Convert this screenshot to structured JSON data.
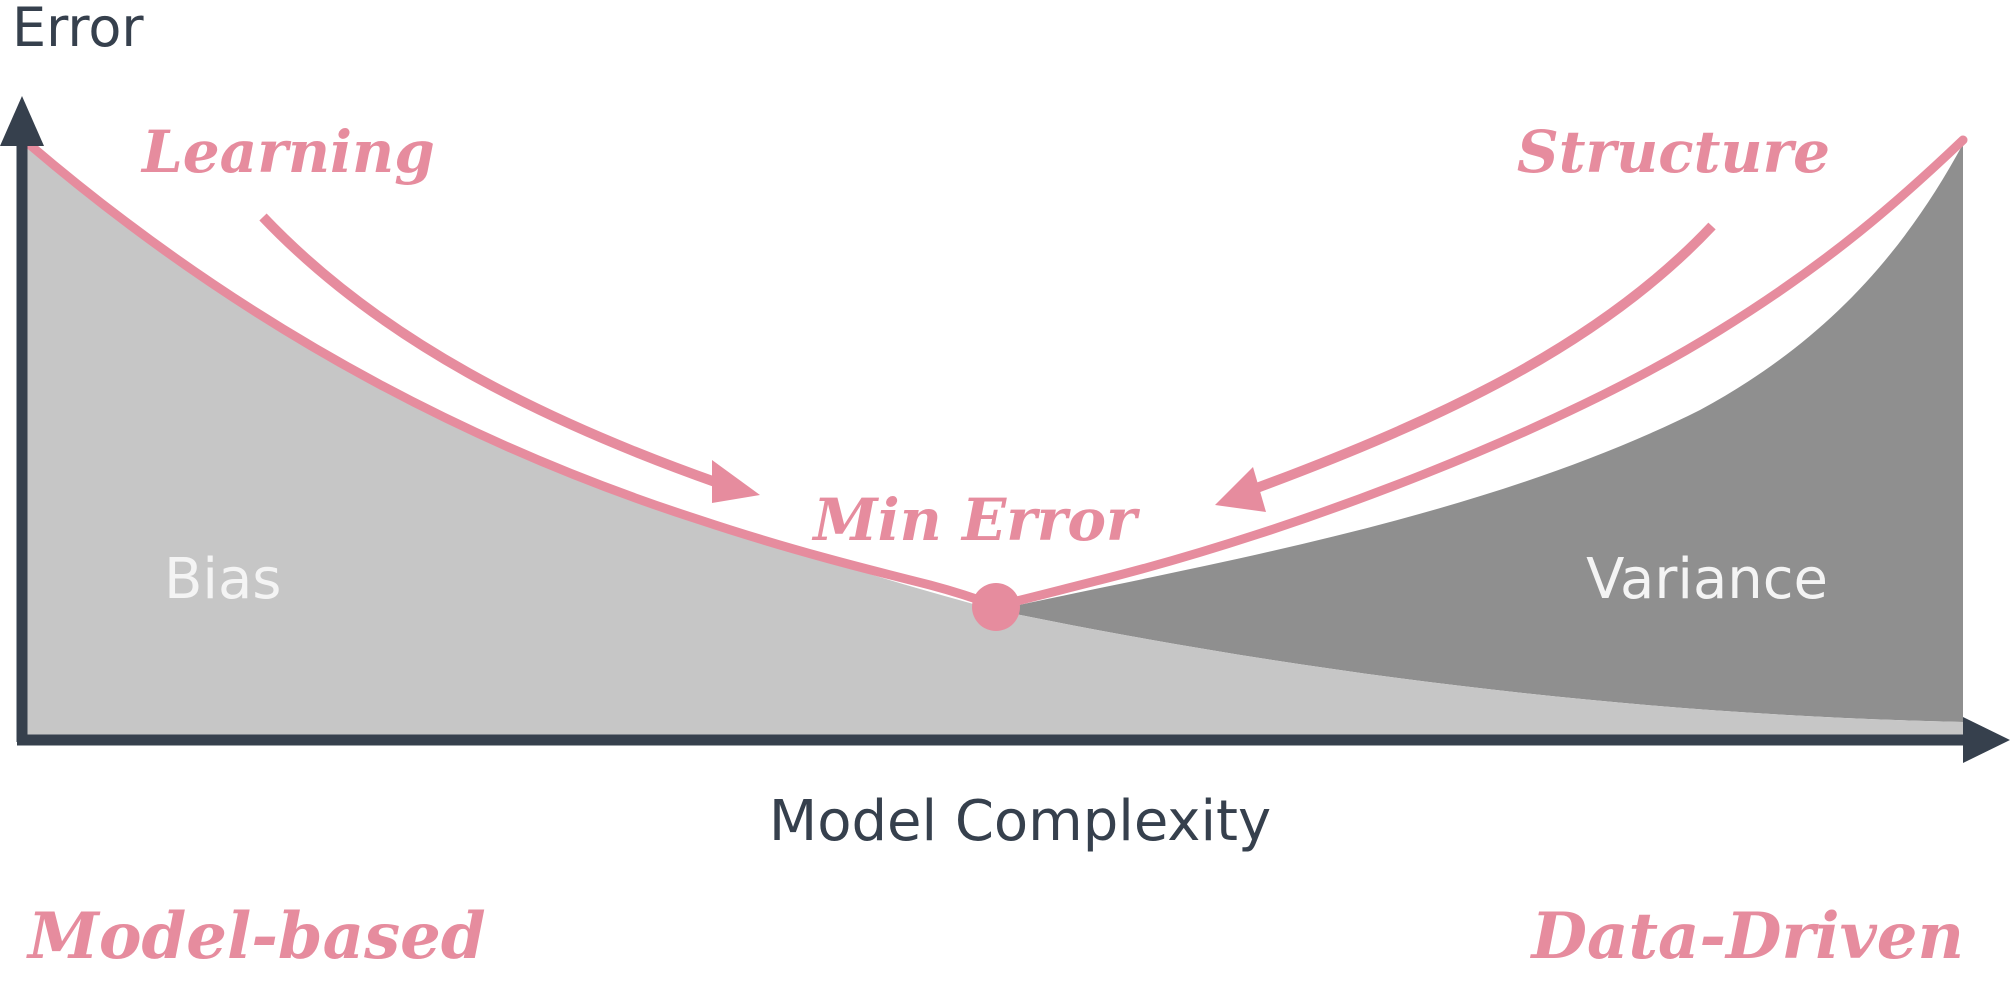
{
  "labels": {
    "y_axis": "Error",
    "x_axis": "Model Complexity",
    "bias": "Bias",
    "variance": "Variance",
    "learning": "Learning",
    "structure": "Structure",
    "min_error": "Min Error",
    "model_based": "Model-based",
    "data_driven": "Data-Driven"
  },
  "colors": {
    "axis": "#36404d",
    "accent": "#e68c9e",
    "bias_fill": "#c6c6c6",
    "variance_fill": "#8f8f8f",
    "region_text": "#f4f4f4"
  }
}
